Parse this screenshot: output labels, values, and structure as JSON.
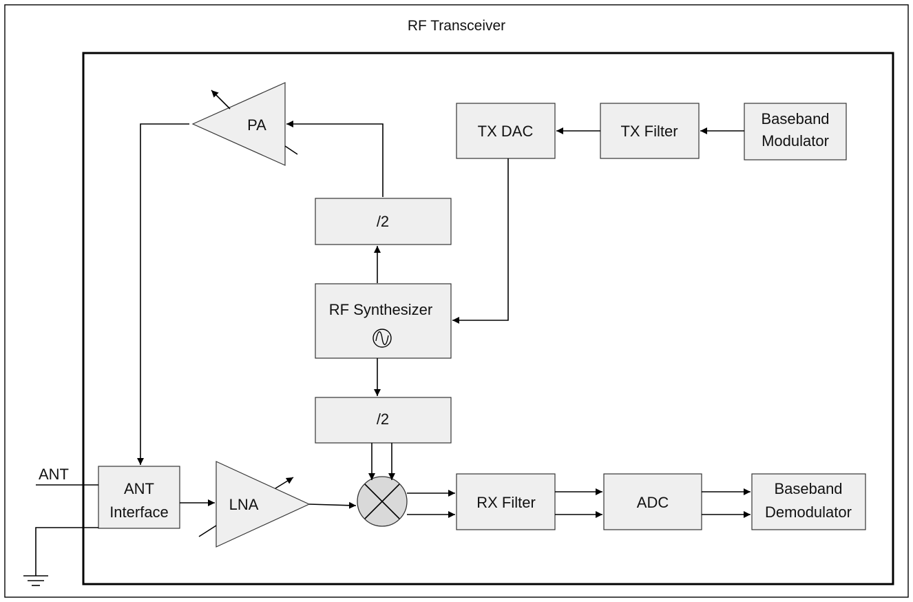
{
  "title": "RF Transceiver",
  "external": {
    "antenna_label": "ANT"
  },
  "blocks": {
    "pa": "PA",
    "lna": "LNA",
    "tx_dac": "TX DAC",
    "tx_filter": "TX Filter",
    "baseband_modulator": [
      "Baseband",
      "Modulator"
    ],
    "divider_tx": "/2",
    "rf_synthesizer": "RF Synthesizer",
    "divider_rx": "/2",
    "ant_interface": [
      "ANT",
      "Interface"
    ],
    "rx_filter": "RX Filter",
    "adc": "ADC",
    "baseband_demodulator": [
      "Baseband",
      "Demodulator"
    ]
  },
  "icons": {
    "oscillator": "sine-wave-icon",
    "mixer": "mixer-cross-icon",
    "ground": "ground-icon",
    "variable_gain": "variable-gain-arrow-icon"
  },
  "colors": {
    "block_fill": "#efefef",
    "stroke": "#000000",
    "mixer_fill": "#d9d9d9"
  }
}
